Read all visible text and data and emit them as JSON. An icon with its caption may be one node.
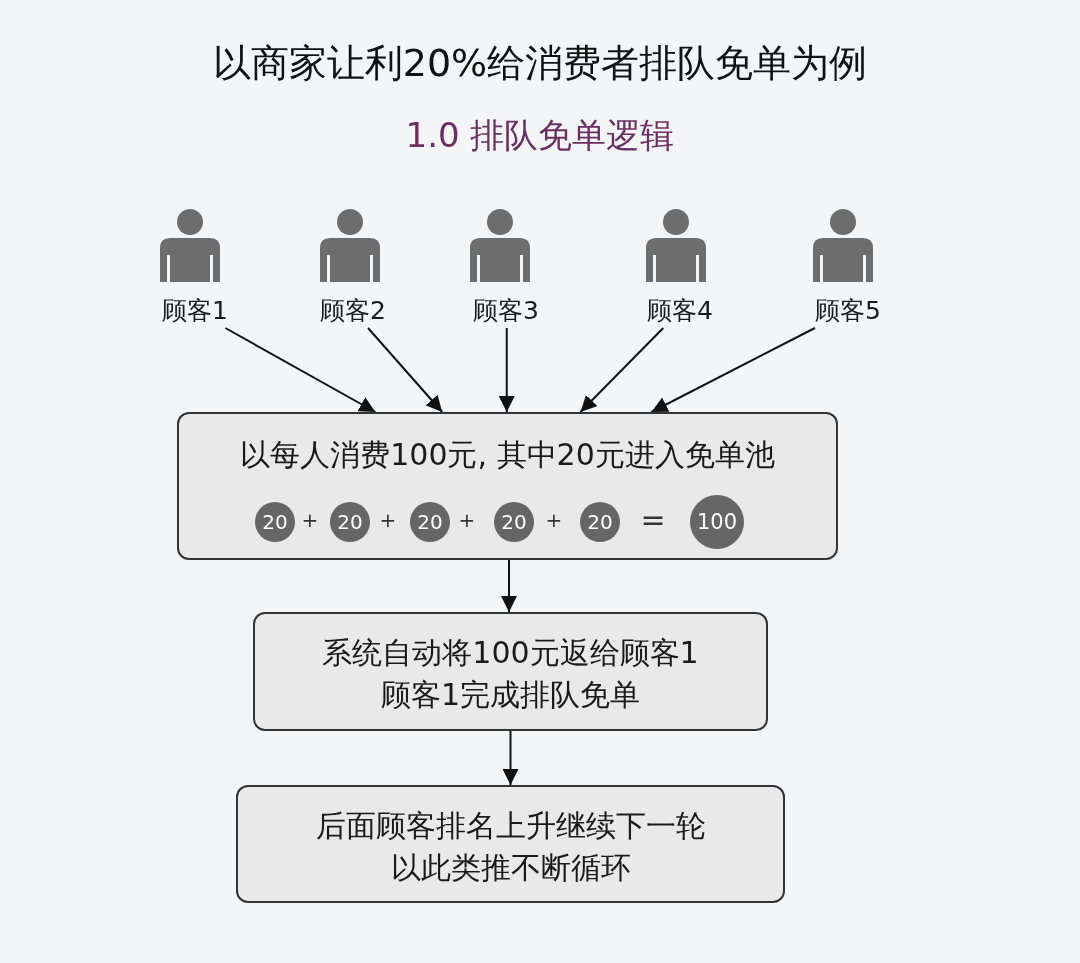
{
  "diagram": {
    "title": "以商家让利20%给消费者排队免单为例",
    "nodes": [
      {
        "text": [
          "顾客1"
        ]
      },
      {
        "text": [
          "顾客2"
        ]
      },
      {
        "text": [
          "顾客3"
        ]
      },
      {
        "text": [
          "顾客4"
        ]
      },
      {
        "text": [
          "顾客5"
        ]
      },
      {
        "text": [
          "以每人消费100元, 其中20元进入免单池"
        ]
      },
      {
        "text": [
          "20"
        ],
        "in": 5
      },
      {
        "text": [
          "20"
        ],
        "in": 5
      },
      {
        "text": [
          "20"
        ],
        "in": 5
      },
      {
        "text": [
          "20"
        ],
        "in": 5
      },
      {
        "text": [
          "20"
        ],
        "in": 5
      },
      {
        "text": [
          "100"
        ],
        "in": 5
      },
      {
        "text": [
          "系统自动将100元返给顾客1",
          "顾客1完成排队免单"
        ]
      },
      {
        "text": [
          "后面顾客排名上升继续下一轮",
          "以此类推不断循环"
        ]
      }
    ],
    "edges": [
      {
        "from": 0,
        "to": 5,
        "arrow": "to"
      },
      {
        "from": 1,
        "to": 5,
        "arrow": "to"
      },
      {
        "from": 2,
        "to": 5,
        "arrow": "to"
      },
      {
        "from": 3,
        "to": 5,
        "arrow": "to"
      },
      {
        "from": 4,
        "to": 5,
        "arrow": "to"
      },
      {
        "from": 5,
        "to": 12,
        "arrow": "to"
      },
      {
        "from": 12,
        "to": 13,
        "arrow": "to"
      }
    ],
    "labels": [
      "1.0 排队免单逻辑",
      "+",
      "+",
      "+",
      "+",
      "="
    ]
  }
}
